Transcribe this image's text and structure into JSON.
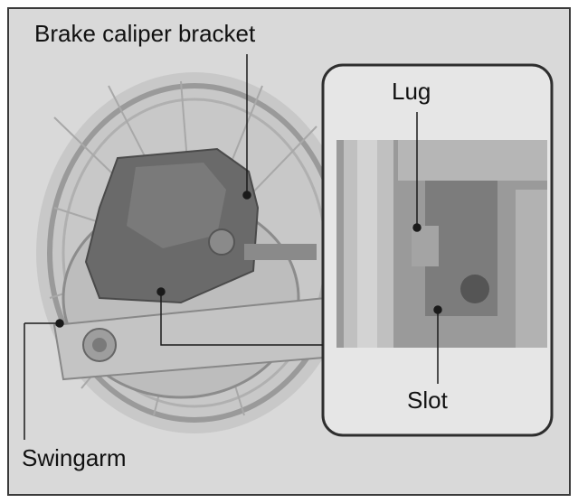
{
  "labels": {
    "brake_caliper_bracket": "Brake caliper bracket",
    "lug": "Lug",
    "slot": "Slot",
    "swingarm": "Swingarm"
  },
  "colors": {
    "background": "#d9d9d9",
    "border": "#3a3a3a",
    "caliper": "#6a6a6a",
    "inset_panel": "#e6e6e6"
  }
}
